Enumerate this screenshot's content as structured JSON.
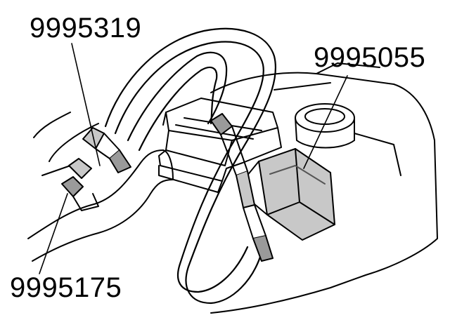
{
  "figure": {
    "callouts": [
      {
        "id": "a",
        "text": "9995319"
      },
      {
        "id": "b",
        "text": "9995055"
      },
      {
        "id": "c",
        "text": "9995175"
      }
    ],
    "colors": {
      "ink": "#000000",
      "shade": "#9a9a9a",
      "light_shade": "#c8c8c8",
      "paper": "#ffffff"
    }
  }
}
